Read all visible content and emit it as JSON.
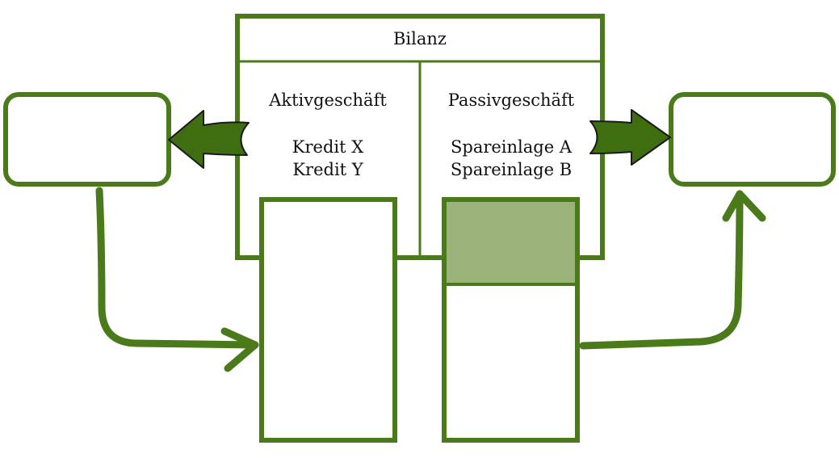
{
  "diagram": {
    "balance_title": "Bilanz",
    "left_column": {
      "heading": "Aktivgeschäft",
      "items": [
        "Kredit X",
        "Kredit Y"
      ]
    },
    "right_column": {
      "heading": "Passivgeschäft",
      "items": [
        "Spareinlage A",
        "Spareinlage B"
      ]
    },
    "left_box_text": "",
    "right_box_text": "",
    "colors": {
      "frame": "#4a7a1a",
      "arrow_fill": "#3f6e10",
      "highlight_fill": "#9bb27a",
      "background": "#ffffff"
    }
  }
}
